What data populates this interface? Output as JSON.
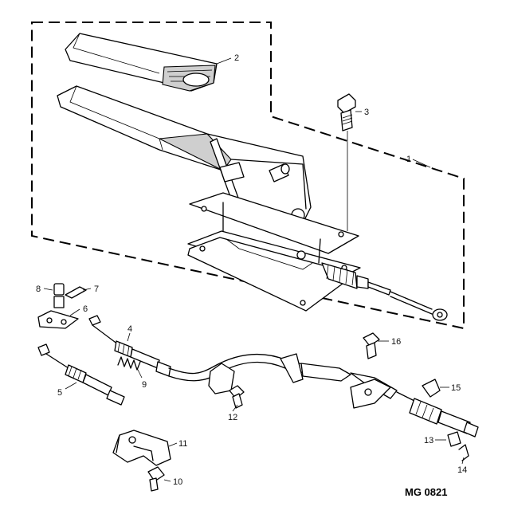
{
  "diagram": {
    "reference": "MG 0821",
    "callouts": [
      "1",
      "2",
      "3",
      "4",
      "5",
      "6",
      "7",
      "8",
      "9",
      "10",
      "11",
      "12",
      "13",
      "14",
      "15",
      "16"
    ]
  }
}
